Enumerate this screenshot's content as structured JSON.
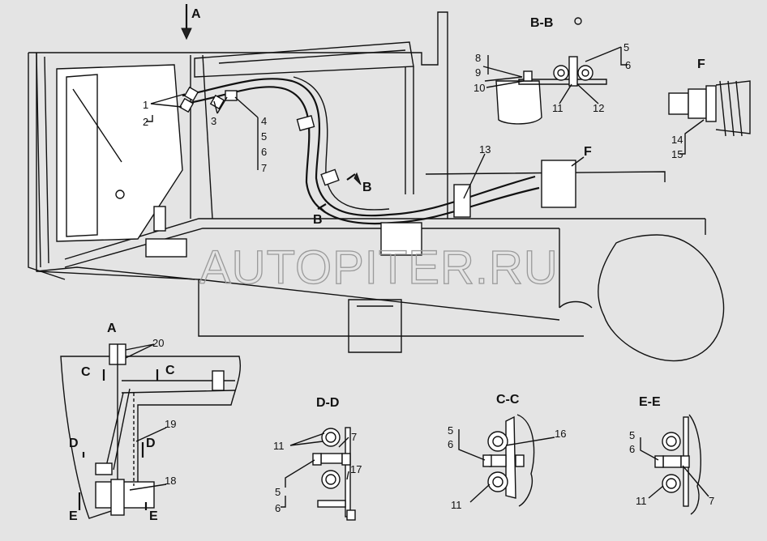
{
  "watermark": "AUTOPITER.RU",
  "main_view": {
    "view_arrow": "A",
    "callouts": [
      "1",
      "2",
      "3",
      "4",
      "5",
      "6",
      "7",
      "13",
      "F"
    ],
    "section_marks": [
      "B",
      "B"
    ]
  },
  "section_bb": {
    "title": "B-B",
    "callouts": [
      "8",
      "9",
      "10",
      "11",
      "12",
      "5",
      "6"
    ]
  },
  "detail_f": {
    "title": "F",
    "callouts": [
      "14",
      "15"
    ]
  },
  "view_a": {
    "title": "A",
    "callouts": [
      "20",
      "19",
      "18"
    ],
    "section_marks": [
      "C",
      "C",
      "D",
      "D",
      "E",
      "E"
    ]
  },
  "section_dd": {
    "title": "D-D",
    "callouts": [
      "11",
      "7",
      "17",
      "5",
      "6"
    ]
  },
  "section_cc": {
    "title": "C-C",
    "callouts": [
      "5",
      "6",
      "16",
      "11"
    ]
  },
  "section_ee": {
    "title": "E-E",
    "callouts": [
      "5",
      "6",
      "11",
      "7"
    ]
  }
}
